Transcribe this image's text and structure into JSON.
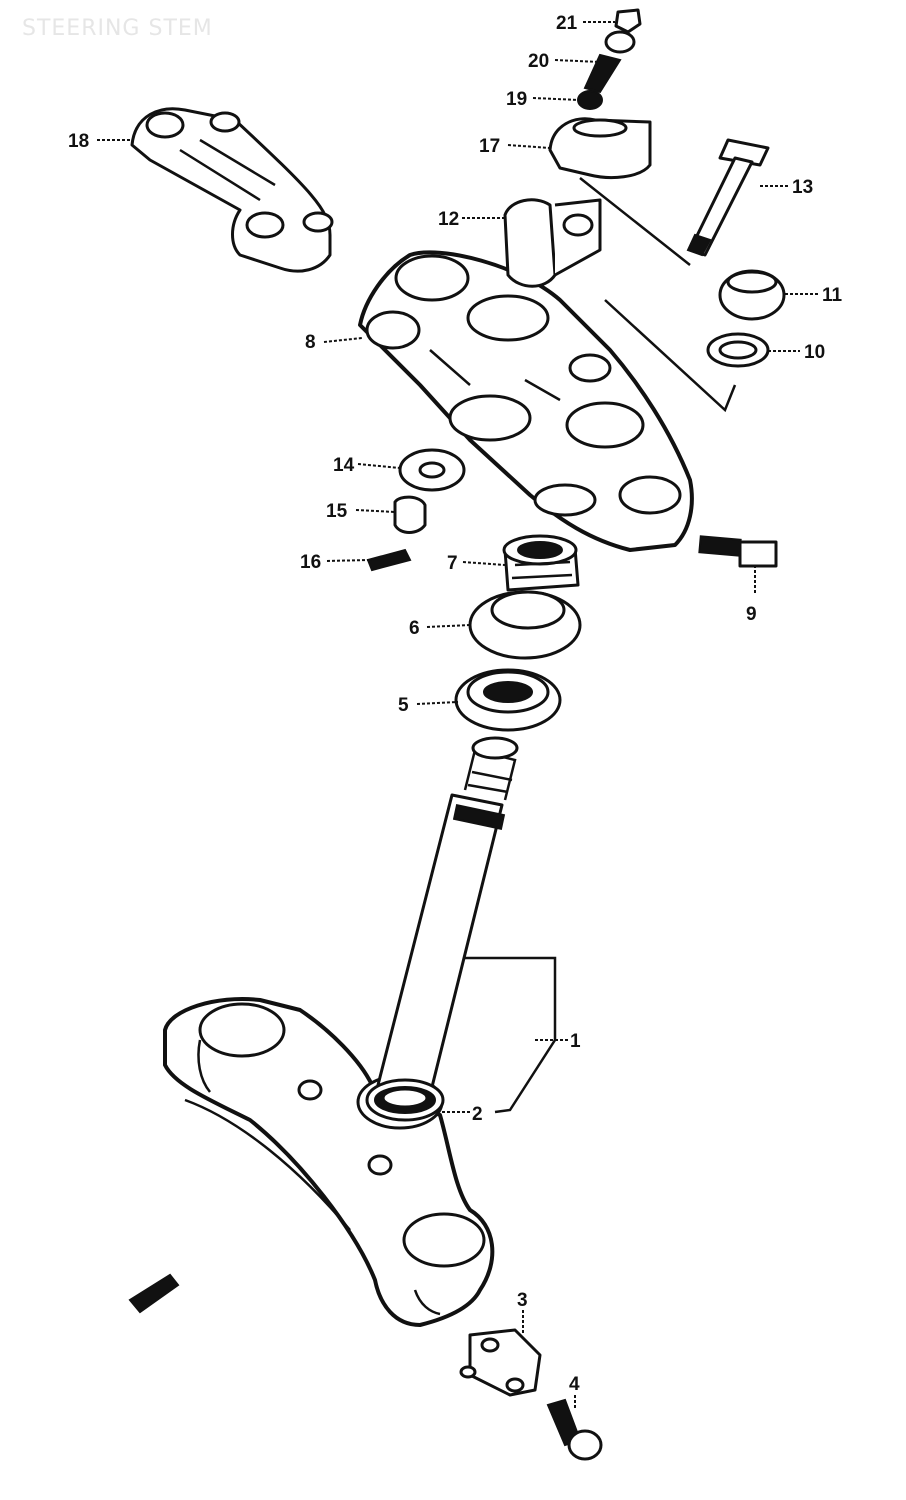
{
  "title": "STEERING STEM",
  "parts": [
    {
      "num": "1"
    },
    {
      "num": "2"
    },
    {
      "num": "3"
    },
    {
      "num": "4"
    },
    {
      "num": "5"
    },
    {
      "num": "6"
    },
    {
      "num": "7"
    },
    {
      "num": "8"
    },
    {
      "num": "9"
    },
    {
      "num": "10"
    },
    {
      "num": "11"
    },
    {
      "num": "12"
    },
    {
      "num": "13"
    },
    {
      "num": "14"
    },
    {
      "num": "15"
    },
    {
      "num": "16"
    },
    {
      "num": "17"
    },
    {
      "num": "18"
    },
    {
      "num": "19"
    },
    {
      "num": "20"
    },
    {
      "num": "21"
    }
  ]
}
